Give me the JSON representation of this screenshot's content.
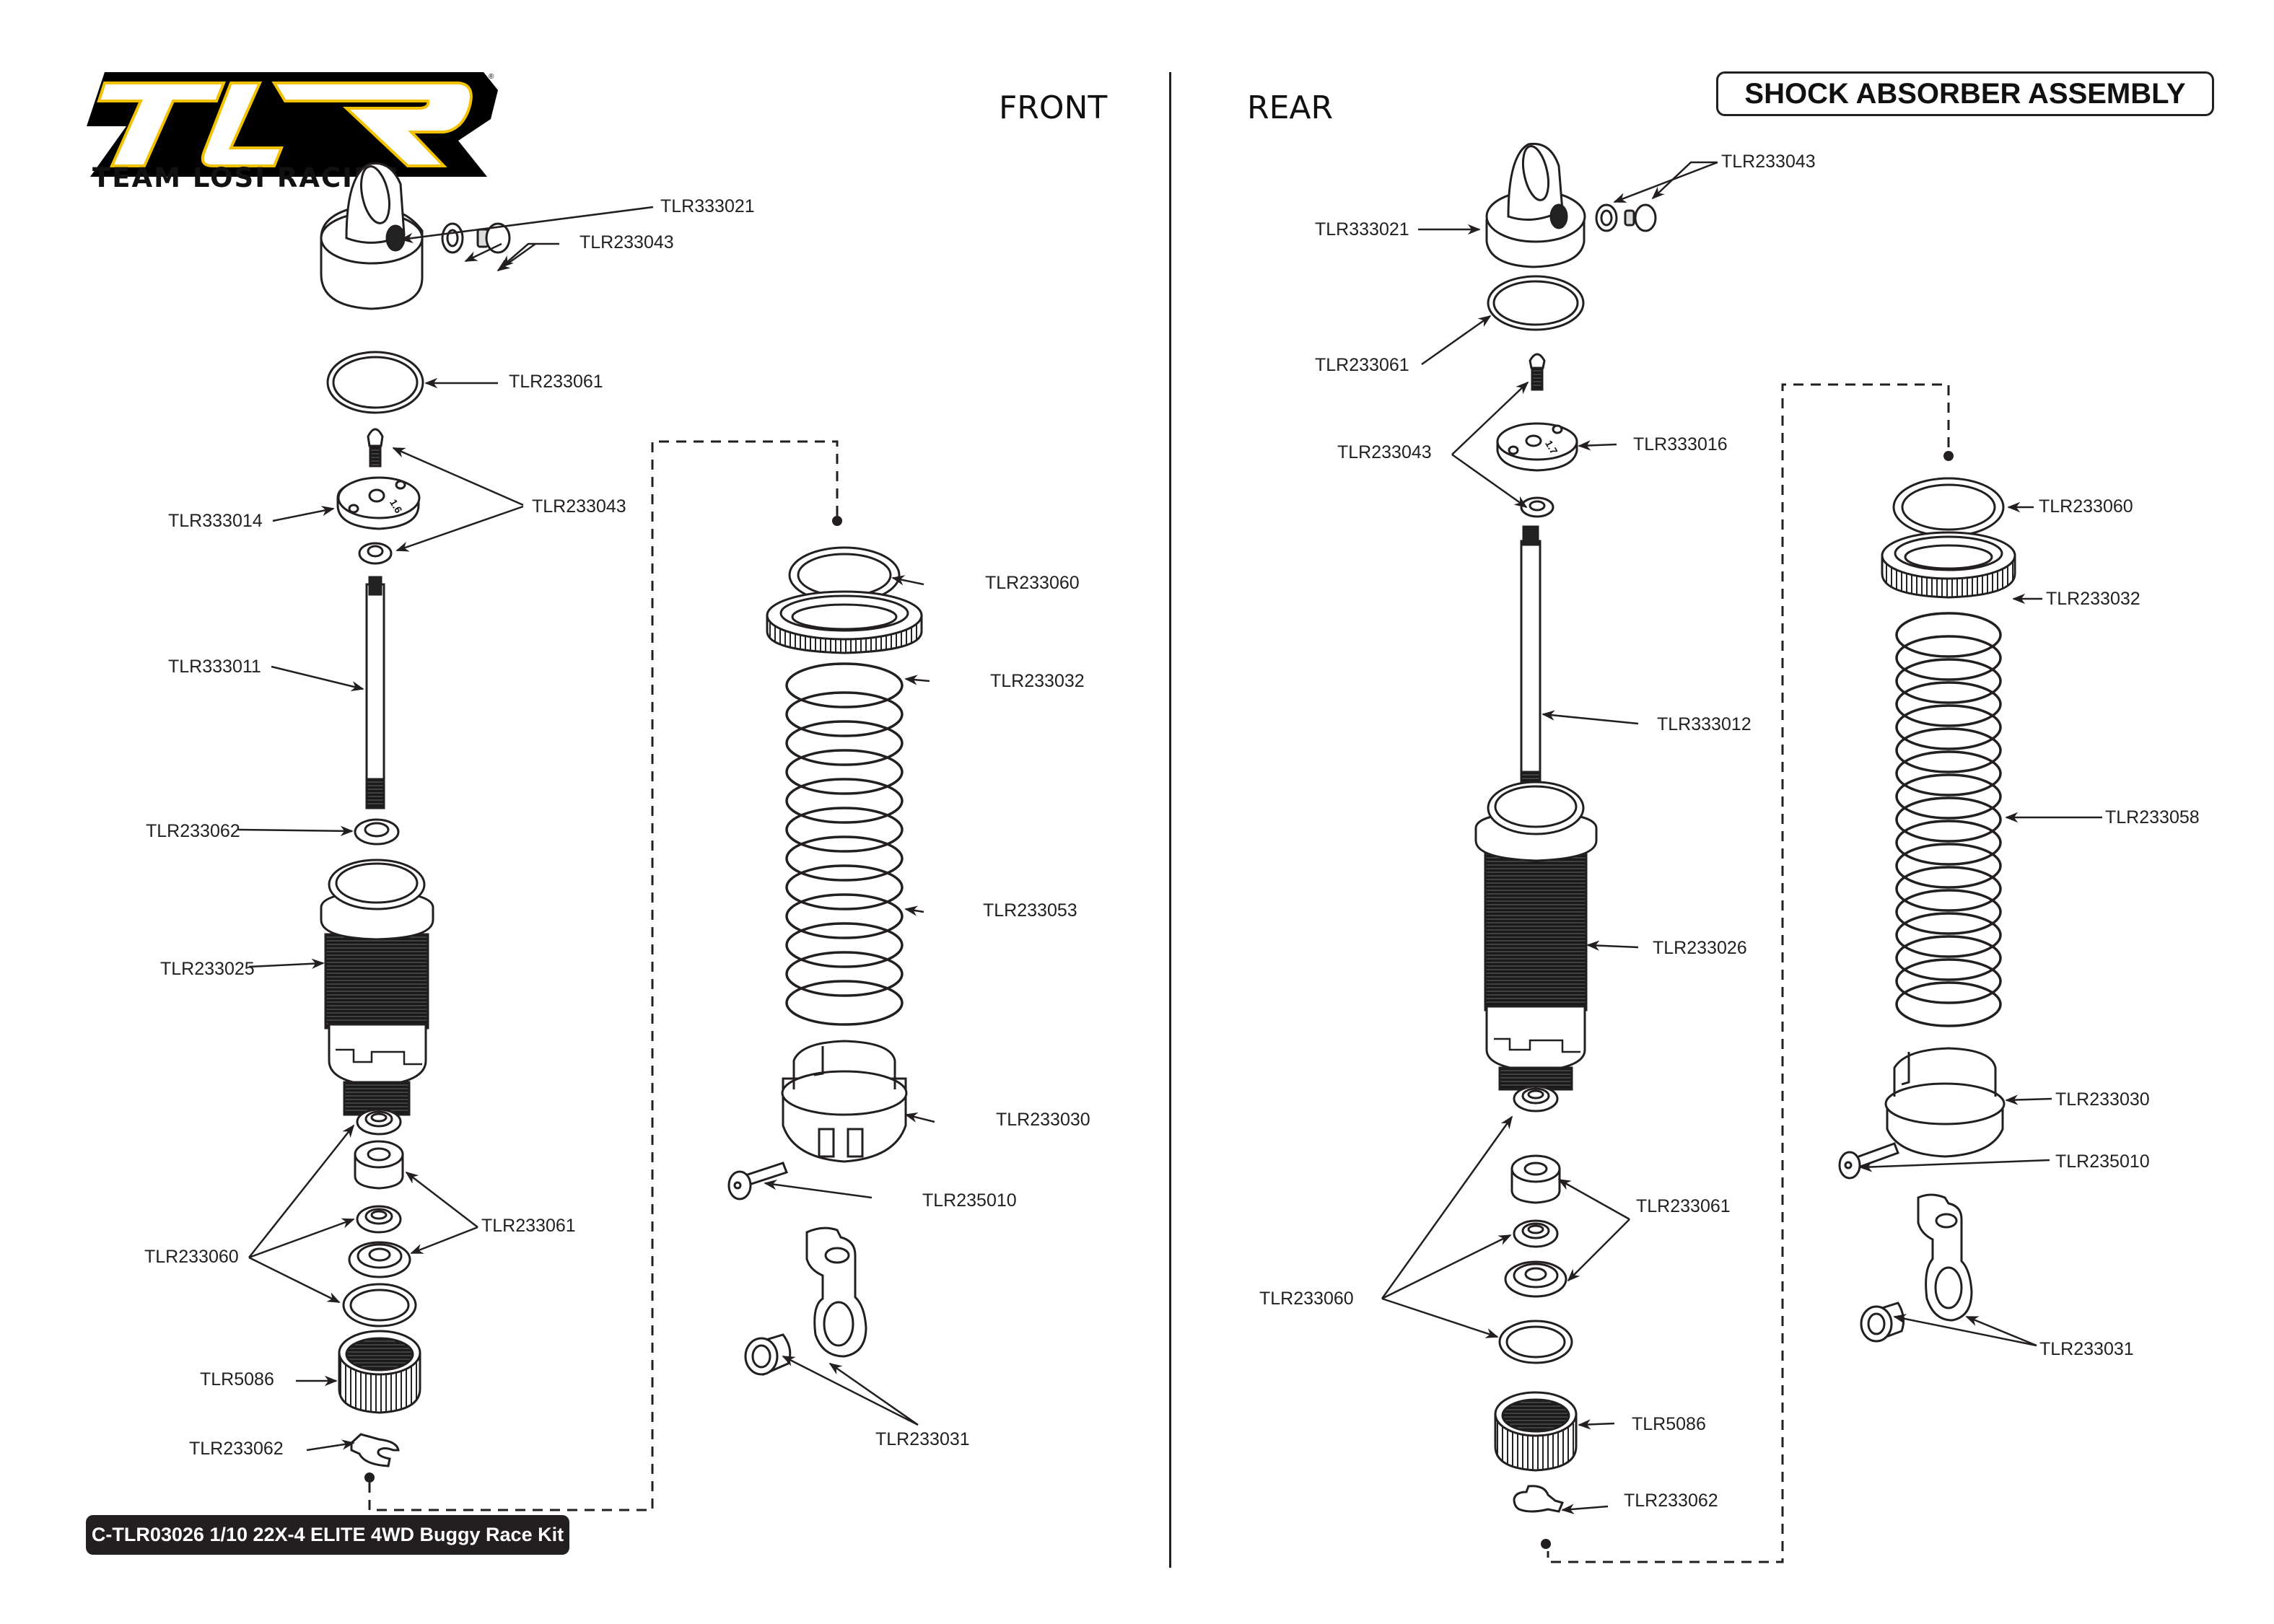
{
  "brand": {
    "logo_letters": "TLR",
    "logo_subtitle": "TEAM LOSI RACING",
    "registered_mark": "®",
    "colors": {
      "logo_black": "#000000",
      "logo_yellow": "#f2c200",
      "logo_fill": "#ffffff"
    }
  },
  "header": {
    "title": "SHOCK ABSORBER ASSEMBLY"
  },
  "footer": {
    "kit_label": "C-TLR03026 1/10 22X-4 ELITE 4WD Buggy Race Kit"
  },
  "sections": {
    "front": {
      "title": "FRONT",
      "piston_marking": "1.6",
      "labels": {
        "cap": "TLR333021",
        "cap_hardware": "TLR233043",
        "cap_oring": "TLR233061",
        "piston": "TLR333014",
        "piston_hardware": "TLR233043",
        "shaft": "TLR333011",
        "shaft_spacer": "TLR233062",
        "body": "TLR233025",
        "seals": "TLR233060",
        "seal_spacers": "TLR233061",
        "bottom_cap": "TLR5086",
        "clip": "TLR233062",
        "spring_oring": "TLR233060",
        "collar": "TLR233032",
        "spring": "TLR233053",
        "spring_cup": "TLR233030",
        "screw": "TLR235010",
        "rod_end": "TLR233031"
      }
    },
    "rear": {
      "title": "REAR",
      "piston_marking": "1.7",
      "labels": {
        "cap": "TLR333021",
        "cap_hardware": "TLR233043",
        "cap_oring": "TLR233061",
        "piston_hardware": "TLR233043",
        "piston": "TLR333016",
        "shaft": "TLR333012",
        "body": "TLR233026",
        "seals": "TLR233060",
        "seal_spacers": "TLR233061",
        "bottom_cap": "TLR5086",
        "clip": "TLR233062",
        "spring_oring": "TLR233060",
        "collar": "TLR233032",
        "spring": "TLR233058",
        "spring_cup": "TLR233030",
        "screw": "TLR235010",
        "rod_end": "TLR233031"
      }
    }
  }
}
